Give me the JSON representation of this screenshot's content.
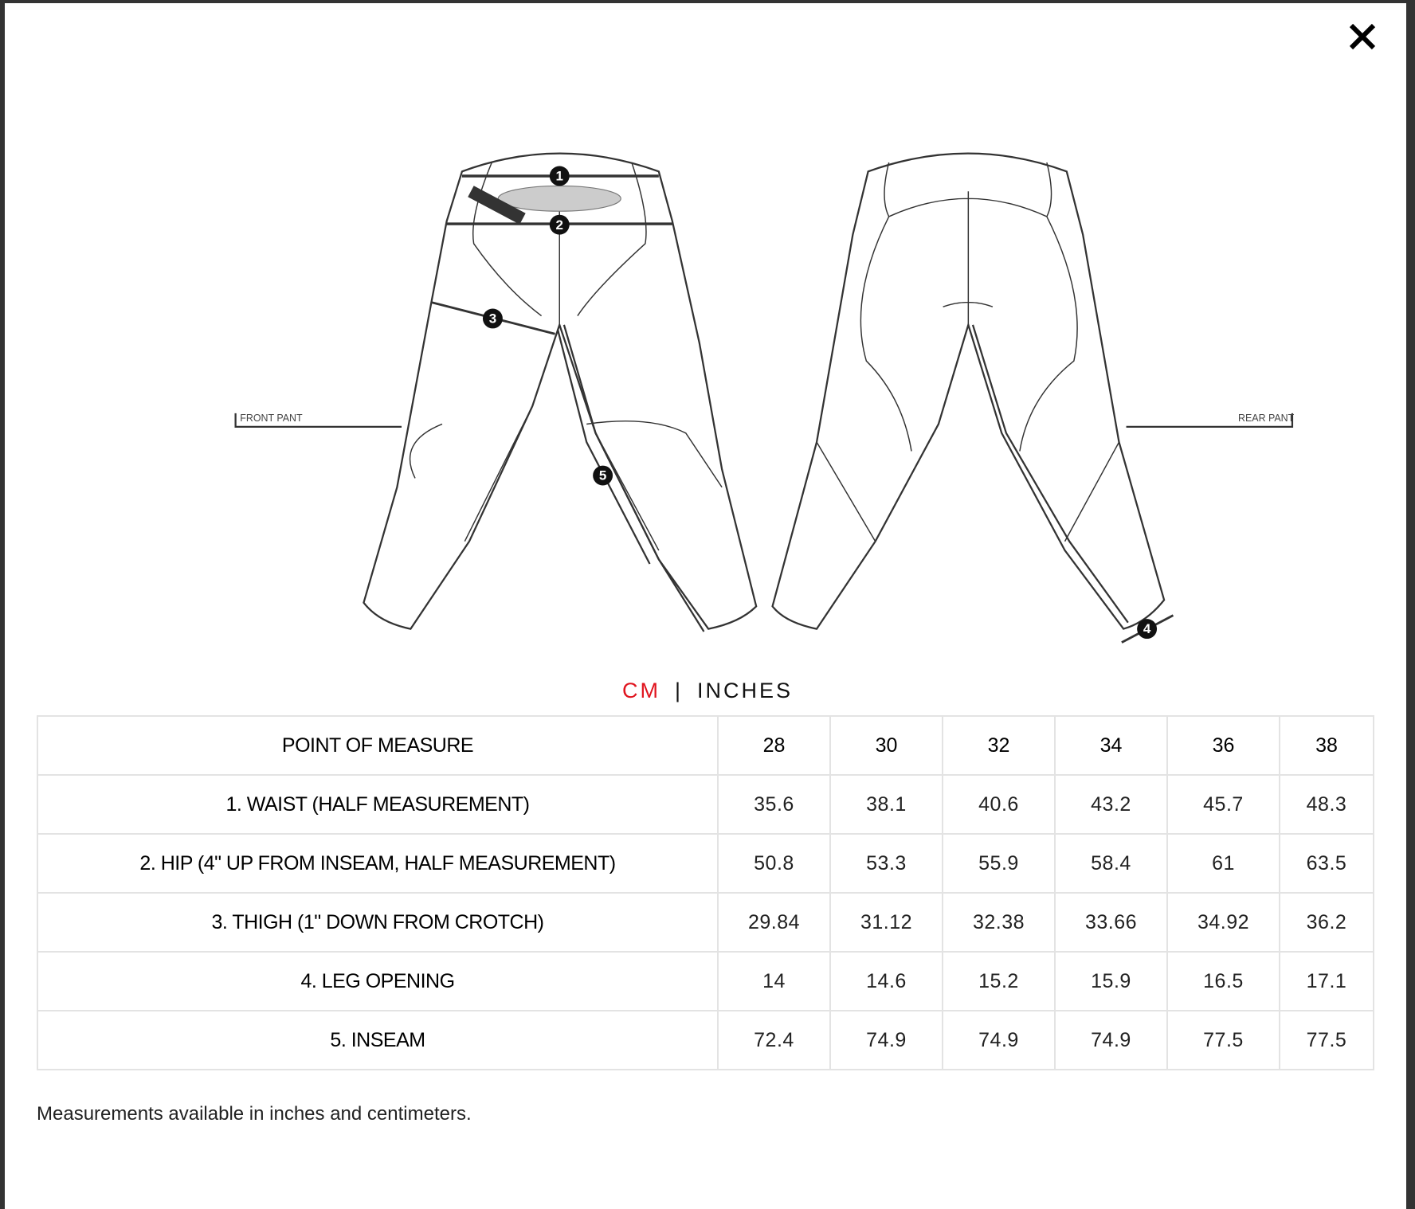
{
  "diagram": {
    "front_label": "FRONT PANT",
    "rear_label": "REAR PANT",
    "markers": [
      "1",
      "2",
      "3",
      "4",
      "5"
    ]
  },
  "units": {
    "cm": "CM",
    "separator": "|",
    "inches": "INCHES",
    "active": "CM",
    "active_color": "#e0141e"
  },
  "table": {
    "header": {
      "label": "POINT OF MEASURE",
      "sizes": [
        "28",
        "30",
        "32",
        "34",
        "36",
        "38"
      ]
    },
    "rows": [
      {
        "label": "1. WAIST (HALF MEASUREMENT)",
        "values": [
          "35.6",
          "38.1",
          "40.6",
          "43.2",
          "45.7",
          "48.3"
        ]
      },
      {
        "label": "2. HIP (4\" UP FROM INSEAM, HALF MEASUREMENT)",
        "values": [
          "50.8",
          "53.3",
          "55.9",
          "58.4",
          "61",
          "63.5"
        ]
      },
      {
        "label": "3. THIGH (1\" DOWN FROM CROTCH)",
        "values": [
          "29.84",
          "31.12",
          "32.38",
          "33.66",
          "34.92",
          "36.2"
        ]
      },
      {
        "label": "4. LEG OPENING",
        "values": [
          "14",
          "14.6",
          "15.2",
          "15.9",
          "16.5",
          "17.1"
        ]
      },
      {
        "label": "5. INSEAM",
        "values": [
          "72.4",
          "74.9",
          "74.9",
          "74.9",
          "77.5",
          "77.5"
        ]
      }
    ]
  },
  "note": "Measurements available in inches and centimeters.",
  "close_icon": "close-icon"
}
